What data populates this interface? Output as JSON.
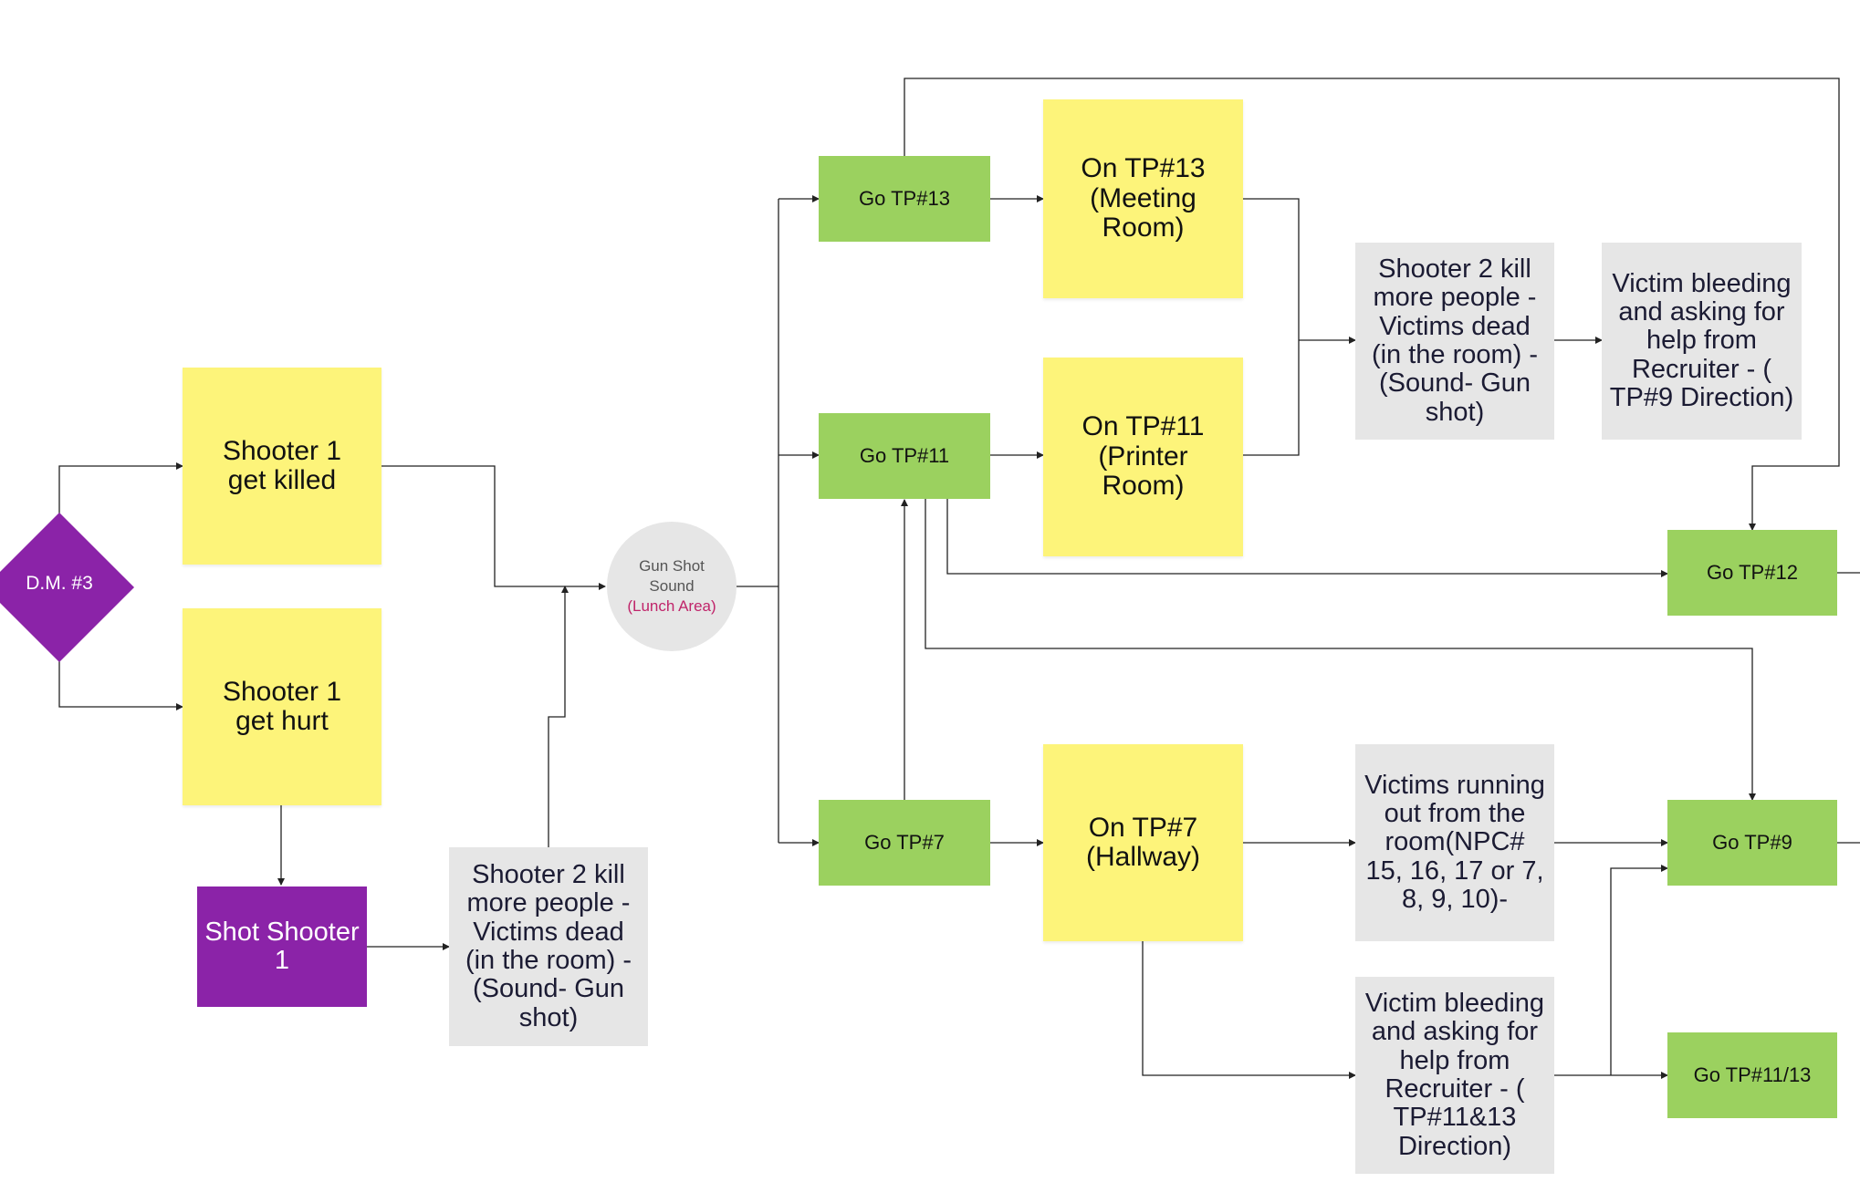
{
  "diagram": {
    "decision": {
      "label": "D.M. #3"
    },
    "nodes": {
      "shooter1_killed": "Shooter 1 get killed",
      "shooter1_hurt": "Shooter 1 get hurt",
      "shot_shooter1": "Shot Shooter 1",
      "shooter2_kill_left": "Shooter 2 kill more people - Victims dead (in the room) - (Sound- Gun shot)",
      "gunshot_title": "Gun Shot Sound",
      "gunshot_sub": "(Lunch Area)",
      "go_tp13": "Go TP#13",
      "go_tp11": "Go TP#11",
      "go_tp7": "Go TP#7",
      "on_tp13": "On TP#13 (Meeting Room)",
      "on_tp11": "On TP#11 (Printer Room)",
      "on_tp7": "On TP#7 (Hallway)",
      "shooter2_kill_right": "Shooter 2 kill more people - Victims dead (in the room) - (Sound- Gun shot)",
      "victim_bleeding_tp9": "Victim bleeding and asking for help from Recruiter - ( TP#9 Direction)",
      "victims_running": "Victims running out from the room(NPC# 15, 16, 17 or 7, 8, 9, 10)-",
      "victim_bleeding_tp1113": "Victim bleeding and asking for help from Recruiter - ( TP#11&13 Direction)",
      "go_tp12": "Go TP#12",
      "go_tp9": "Go TP#9",
      "go_tp1113": "Go TP#11/13"
    },
    "colors": {
      "sticky": "#fdf47a",
      "green": "#9bd15f",
      "gray": "#e6e6e6",
      "purple": "#8b23a8",
      "accent_text": "#c0246a",
      "connector": "#222222"
    }
  }
}
